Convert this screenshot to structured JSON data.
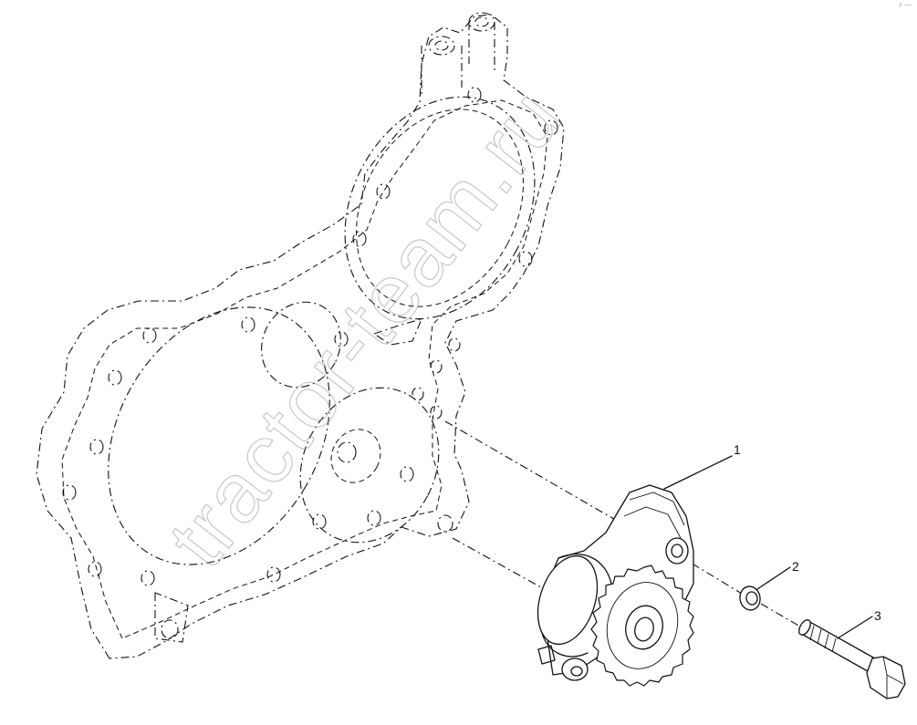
{
  "watermark": "tractor-team.ru",
  "corner_mark": "r —",
  "callouts": [
    {
      "id": "1",
      "label": "1"
    },
    {
      "id": "2",
      "label": "2"
    },
    {
      "id": "3",
      "label": "3"
    }
  ],
  "parts": [
    {
      "id": "1",
      "name": "oil-pump-assembly"
    },
    {
      "id": "2",
      "name": "washer"
    },
    {
      "id": "3",
      "name": "hex-bolt"
    }
  ]
}
